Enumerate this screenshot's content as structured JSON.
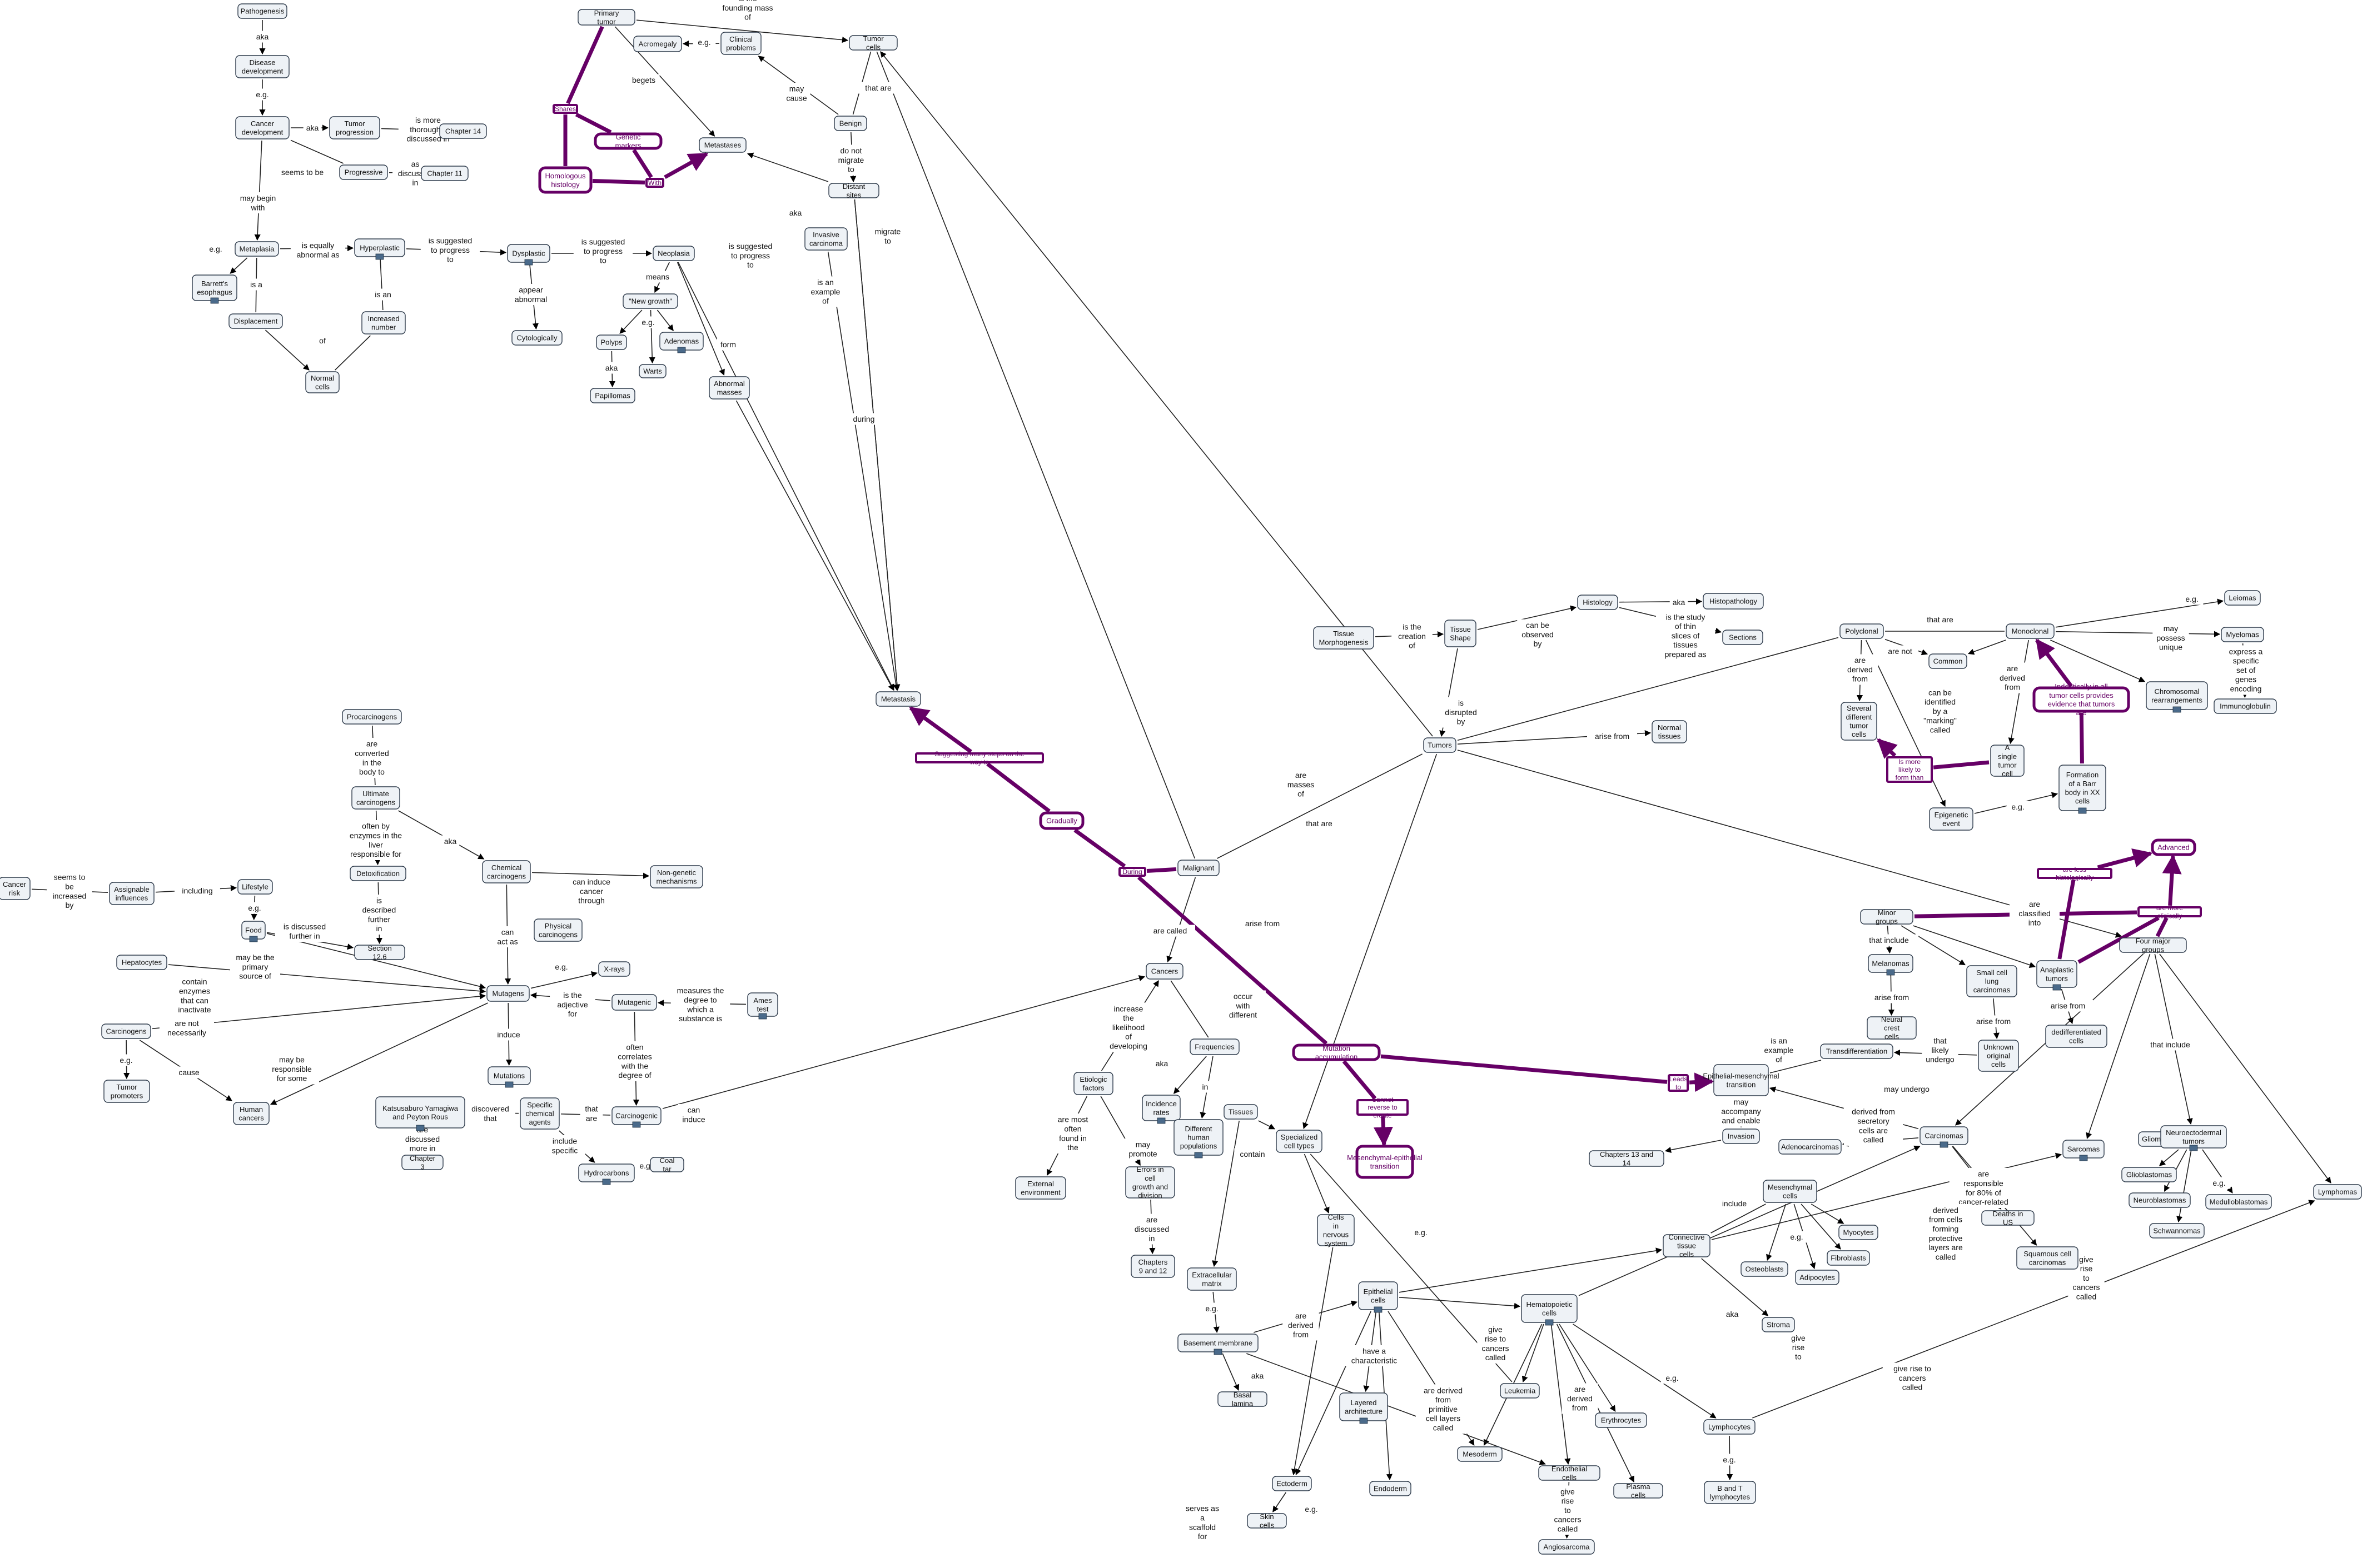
{
  "nodes": {
    "pathogenesis": "Pathogenesis",
    "disease_development": "Disease development",
    "cancer_development": "Cancer development",
    "tumor_progression": "Tumor progression",
    "chapter_14": "Chapter 14",
    "progressive": "Progressive",
    "chapter_11": "Chapter 11",
    "metaplasia": "Metaplasia",
    "barretts": "Barrett's esophagus",
    "displacement": "Displacement",
    "hyperplastic": "Hyperplastic",
    "increased_number": "Increased number",
    "normal_cells": "Normal cells",
    "dysplastic": "Dysplastic",
    "cytologically": "Cytologically",
    "neoplasia": "Neoplasia",
    "new_growth": "\"New growth\"",
    "polyps": "Polyps",
    "adenomas": "Adenomas",
    "warts": "Warts",
    "papillomas": "Papillomas",
    "abnormal_masses": "Abnormal masses",
    "primary_tumor": "Primary tumor",
    "acromegaly": "Acromegaly",
    "clinical_problems": "Clinical problems",
    "tumor_cells": "Tumor cells",
    "homologous_histology": "Homologous histology",
    "genetic_markers": "Genetic markers",
    "metastases": "Metastases",
    "benign": "Benign",
    "distant_sites": "Distant sites",
    "invasive_carcinoma": "Invasive carcinoma",
    "metastasis": "Metastasis",
    "procarcinogens": "Procarcinogens",
    "ultimate_carcinogens": "Ultimate carcinogens",
    "detoxification": "Detoxification",
    "chemical_carcinogens": "Chemical carcinogens",
    "non_genetic": "Non-genetic mechanisms",
    "physical_carcinogens": "Physical carcinogens",
    "section_12_6": "Section 12.6",
    "cancer_risk": "Cancer risk",
    "assignable_influences": "Assignable influences",
    "lifestyle": "Lifestyle",
    "food": "Food",
    "hepatocytes": "Hepatocytes",
    "mutagens": "Mutagens",
    "x_rays": "X-rays",
    "mutagenic": "Mutagenic",
    "ames_test": "Ames test",
    "carcinogens": "Carcinogens",
    "tumor_promoters": "Tumor promoters",
    "human_cancers": "Human cancers",
    "mutations": "Mutations",
    "katsusaburo": "Katsusaburo Yamagiwa and Peyton Rous",
    "chapter_3": "Chapter 3",
    "specific_chemical_agents": "Specific chemical agents",
    "carcinogenic": "Carcinogenic",
    "hydrocarbons": "Hydrocarbons",
    "coal_tar": "Coal tar",
    "tissue_morphogenesis": "Tissue Morphogenesis",
    "tissue_shape": "Tissue Shape",
    "histology": "Histology",
    "histopathology": "Histopathology",
    "sections": "Sections",
    "tumors": "Tumors",
    "normal_tissues": "Normal tissues",
    "malignant": "Malignant",
    "cancers": "Cancers",
    "frequencies": "Frequencies",
    "etiologic_factors": "Etiologic factors",
    "incidence_rates": "Incidence rates",
    "different_human_populations": "Different human populations",
    "tissues": "Tissues",
    "external_environment": "External environment",
    "errors_in_growth": "Errors in cell growth and division",
    "chapters_9_12": "Chapters 9 and 12",
    "specialized_cell_types": "Specialized cell types",
    "extracellular_matrix": "Extracellular matrix",
    "basement_membrane": "Basement membrane",
    "basal_lamina": "Basal lamina",
    "cells_in_nervous": "Cells in nervous system",
    "epithelial_cells": "Epithelial cells",
    "layered_architecture": "Layered architecture",
    "ectoderm": "Ectoderm",
    "skin_cells": "Skin cells",
    "endoderm": "Endoderm",
    "mesoderm": "Mesoderm",
    "hematopoietic_cells": "Hematopoietic cells",
    "leukemia": "Leukemia",
    "endothelial_cells": "Endothelial cells",
    "angiosarcoma": "Angiosarcoma",
    "erythrocytes": "Erythrocytes",
    "plasma_cells": "Plasma cells",
    "lymphocytes": "Lymphocytes",
    "b_t_lymphocytes": "B and T lymphocytes",
    "polyclonal": "Polyclonal",
    "monoclonal": "Monoclonal",
    "common": "Common",
    "several_different": "Several different tumor cells",
    "a_single_tumor_cell": "A single tumor cell",
    "epigenetic_event": "Epigenetic event",
    "formation_barr": "Formation of a Barr body in XX cells",
    "leiomas": "Leiomas",
    "myelomas": "Myelomas",
    "chromosomal_rearrangements": "Chromosomal rearrangements",
    "immunoglobulin": "Immunoglobulin",
    "minor_groups": "Minor groups",
    "four_major_groups": "Four major groups",
    "melanomas": "Melanomas",
    "neural_crest_cells": "Neural crest cells",
    "small_cell_lung": "Small cell lung carcinomas",
    "anaplastic_tumors": "Anaplastic tumors",
    "dedifferentiated_cells": "dedifferentiated cells",
    "transdifferentiation": "Transdifferentiation",
    "unknown_original": "Unknown original cells",
    "emt": "Epithelial-mesenchymal transition",
    "invasion": "Invasion",
    "chapters_13_14": "Chapters 13 and 14",
    "adenocarcinomas": "Adenocarcinomas",
    "carcinomas": "Carcinomas",
    "deaths_in_us": "Deaths in US",
    "squamous_cell": "Squamous cell carcinomas",
    "mesenchymal_cells": "Mesenchymal cells",
    "myocytes": "Myocytes",
    "fibroblasts": "Fibroblasts",
    "osteoblasts": "Osteoblasts",
    "adipocytes": "Adipocytes",
    "connective_tissue": "Connective tissue cells",
    "stroma": "Stroma",
    "sarcomas": "Sarcomas",
    "gliomas": "Gliomas",
    "neuroectodermal": "Neuroectodermal tumors",
    "glioblastomas": "Glioblastomas",
    "neuroblastomas": "Neuroblastomas",
    "medulloblastomas": "Medulloblastomas",
    "schwannomas": "Schwannomas",
    "lymphomas": "Lymphomas",
    "advanced": "Advanced",
    "gradually": "Gradually",
    "mutation_accumulation": "Mutation accumulation",
    "mesenchymal_epithelial": "Mesenchymal-epithelial transition",
    "indentically": "Indentically in all tumor cells provides evidence that tumors are"
  },
  "highlight_labels": {
    "shares": "Shares",
    "with": "With",
    "during": "During",
    "leads_to": "Leads to",
    "cannot_reverse": "Cannot reverse to create",
    "suggesting": "Suggesting many steps on the way to",
    "is_more_likely": "Is more likely to form than",
    "are_less_histologically": "are less histologically",
    "are_more_clinically": "are more clinically"
  },
  "edge_labels": {
    "aka": "aka",
    "eg": "e.g.",
    "is_more_thoroughly": "is more thoroughly discussed in",
    "seems_to_be": "seems to be",
    "as_discussed_in": "as discussed in",
    "may_begin_with": "may begin with",
    "is_equally_abnormal": "is equally abnormal as",
    "is_suggested": "is suggested to progress to",
    "is_a": "is a",
    "is_an": "is an",
    "of": "of",
    "appear_abnormal": "appear abnormal",
    "means": "means",
    "form": "form",
    "is_the_founding": "is the founding mass of",
    "begets": "begets",
    "may_cause": "may cause",
    "that_are": "that are",
    "do_not_migrate": "do not migrate to",
    "migrate_to": "migrate to",
    "is_an_example_of": "is an example of",
    "during": "during",
    "are_converted": "are converted in the body to",
    "often_by_enzymes": "often by enzymes in the liver responsible for",
    "is_described_further": "is described further in",
    "can_induce_cancer": "can induce cancer through",
    "can_act_as": "can act as",
    "seems_increased": "seems to be increased by",
    "including": "including",
    "is_discussed_further": "is discussed further in",
    "may_be_primary": "may be the primary source of",
    "contain_enzymes": "contain enzymes that can inactivate",
    "are_not_necessarily": "are not necessarily",
    "may_be_responsible": "may be responsible for some",
    "cause": "cause",
    "is_the_adjective": "is the adjective for",
    "measures": "measures the degree to which a substance is",
    "often_correlates": "often correlates with the degree of",
    "induce": "induce",
    "discovered_that": "discovered that",
    "are_discussed_more": "are discussed more in",
    "include_specific": "include specific",
    "can_induce": "can induce",
    "is_the_creation": "is the creation of",
    "can_be_observed": "can be observed by",
    "is_the_study": "is the study of thin slices of tissues prepared as",
    "is_disrupted_by": "is disrupted by",
    "arise_from": "arise from",
    "are_masses_of": "are masses of",
    "are_called": "are called",
    "occur_with": "occur with different",
    "increase_likelihood": "increase the likelihood of developing",
    "in": "in",
    "are_most_often": "are most often found in the",
    "may_promote": "may promote",
    "are_discussed_in": "are discussed in",
    "contain": "contain",
    "are_derived_from": "are derived from",
    "have_a_characteristic": "have a characteristic",
    "are_derived_primitive": "are derived from primitive cell layers called",
    "give_rise_cancers": "give rise to cancers called",
    "are_derived": "are derived from",
    "give_rise_to": "give rise to",
    "give_rise_cancers_called": "give rise to cancers called",
    "that_are2": "that are",
    "are_not": "are not",
    "can_be_identified": "can be identified by a \"marking\" called",
    "may_possess": "may possess unique",
    "express_specific": "express a specific set of genes encoding",
    "that_include": "that include",
    "is_an_example": "is an example of",
    "that_likely_undergo": "that likely undergo",
    "may_undergo": "may undergo",
    "may_accompany": "may accompany and enable",
    "include": "include",
    "derived_from_secretory": "derived from secretory cells are called",
    "are_responsible": "are responsible for 80% of cancer-related",
    "derived_from_protective": "derived from cells forming protective layers are called",
    "serves_as_scaffold": "serves as a scaffold for",
    "are_classified_into": "are classified into"
  }
}
